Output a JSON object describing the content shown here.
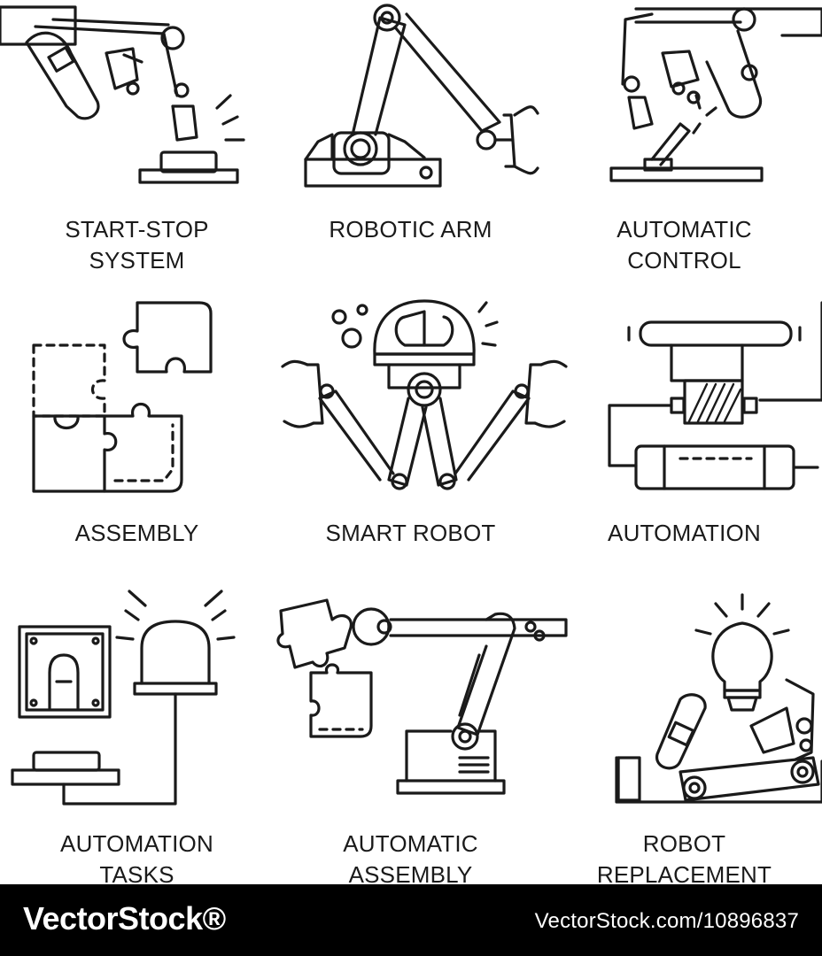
{
  "icons": [
    {
      "name": "start-stop-system",
      "label": "START-STOP\nSYSTEM"
    },
    {
      "name": "robotic-arm",
      "label": "ROBOTIC ARM"
    },
    {
      "name": "automatic-control",
      "label": "AUTOMATIC\nCONTROL"
    },
    {
      "name": "assembly",
      "label": "ASSEMBLY"
    },
    {
      "name": "smart-robot",
      "label": "SMART ROBOT"
    },
    {
      "name": "automation",
      "label": "AUTOMATION"
    },
    {
      "name": "automation-tasks",
      "label": "AUTOMATION\nTASKS"
    },
    {
      "name": "automatic-assembly",
      "label": "AUTOMATIC\nASSEMBLY"
    },
    {
      "name": "robot-replacement",
      "label": "ROBOT\nREPLACEMENT"
    }
  ],
  "footer": {
    "brand": "VectorStock®",
    "image_ref": "VectorStock.com/10896837"
  },
  "colors": {
    "line": "#1a1a1a",
    "background": "#ffffff",
    "footer": "#000000"
  }
}
